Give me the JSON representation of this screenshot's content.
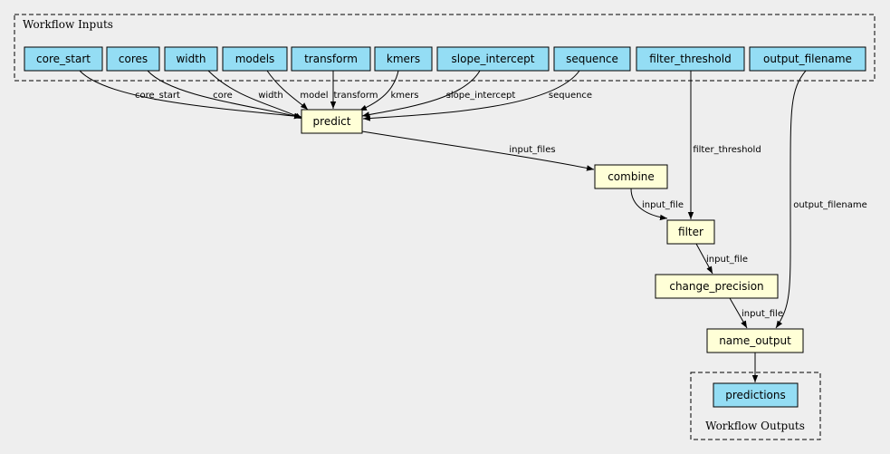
{
  "clusters": {
    "inputs_label": "Workflow Inputs",
    "outputs_label": "Workflow Outputs"
  },
  "nodes": {
    "core_start": "core_start",
    "cores": "cores",
    "width": "width",
    "models": "models",
    "transform": "transform",
    "kmers": "kmers",
    "slope_intercept": "slope_intercept",
    "sequence": "sequence",
    "filter_threshold": "filter_threshold",
    "output_filename": "output_filename",
    "predict": "predict",
    "combine": "combine",
    "filter": "filter",
    "change_precision": "change_precision",
    "name_output": "name_output",
    "predictions": "predictions"
  },
  "edges": {
    "core_start": "core_start",
    "cores": "core",
    "width": "width",
    "models": "model",
    "transform": "transform",
    "kmers": "kmers",
    "slope_intercept": "slope_intercept",
    "sequence": "sequence",
    "predict_combine": "input_files",
    "combine_filter": "input_file",
    "filter_threshold": "filter_threshold",
    "filter_change": "input_file",
    "change_name": "input_file",
    "output_filename": "output_filename"
  },
  "colors": {
    "background": "#eeeeee",
    "input_node": "#94ddf4",
    "step_node": "#ffffd7"
  }
}
